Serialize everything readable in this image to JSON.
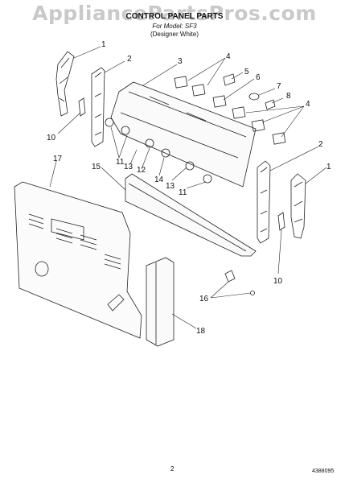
{
  "watermark": "AppliancePartsPros.com",
  "header": {
    "title": "CONTROL PANEL PARTS",
    "for_model": "For Model: SF3",
    "subtitle": "(Designer White)"
  },
  "callouts": [
    {
      "num": "1"
    },
    {
      "num": "2"
    },
    {
      "num": "3"
    },
    {
      "num": "4"
    },
    {
      "num": "5"
    },
    {
      "num": "6"
    },
    {
      "num": "7"
    },
    {
      "num": "8"
    },
    {
      "num": "4"
    },
    {
      "num": "10"
    },
    {
      "num": "11"
    },
    {
      "num": "13"
    },
    {
      "num": "12"
    },
    {
      "num": "14"
    },
    {
      "num": "13"
    },
    {
      "num": "11"
    },
    {
      "num": "17"
    },
    {
      "num": "15"
    },
    {
      "num": "2"
    },
    {
      "num": "1"
    },
    {
      "num": "10"
    },
    {
      "num": "16"
    },
    {
      "num": "18"
    }
  ],
  "footer": {
    "page_number": "2",
    "doc_number": "4388095"
  }
}
